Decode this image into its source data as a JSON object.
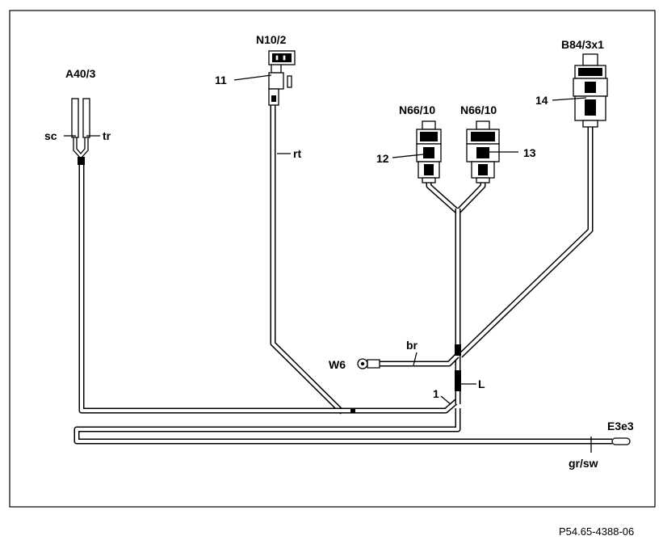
{
  "components": {
    "a40_3": "A40/3",
    "n10_2": "N10/2",
    "n66_10_a": "N66/10",
    "n66_10_b": "N66/10",
    "b84_3x1": "B84/3x1",
    "w6": "W6",
    "e3e3": "E3e3"
  },
  "callouts": {
    "c11": "11",
    "c12": "12",
    "c13": "13",
    "c14": "14",
    "c1": "1",
    "cL": "L"
  },
  "wire_colors": {
    "sc": "sc",
    "tr": "tr",
    "rt": "rt",
    "br": "br",
    "gr_sw": "gr/sw"
  },
  "figure_ref": "P54.65-4388-06"
}
